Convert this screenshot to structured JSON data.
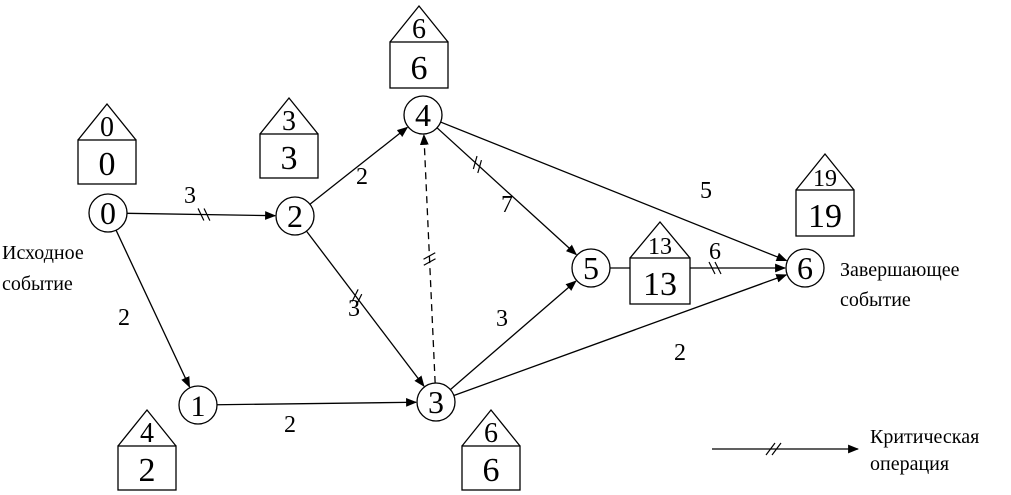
{
  "colors": {
    "stroke": "#000000",
    "background": "#ffffff"
  },
  "nodes": [
    {
      "id": "n0",
      "label": "0",
      "early": "0",
      "late": "0"
    },
    {
      "id": "n1",
      "label": "1",
      "early": "4",
      "late": "2"
    },
    {
      "id": "n2",
      "label": "2",
      "early": "3",
      "late": "3"
    },
    {
      "id": "n3",
      "label": "3",
      "early": "6",
      "late": "6"
    },
    {
      "id": "n4",
      "label": "4",
      "early": "6",
      "late": "6"
    },
    {
      "id": "n5",
      "label": "5",
      "early": "13",
      "late": "13"
    },
    {
      "id": "n6",
      "label": "6",
      "early": "19",
      "late": "19"
    }
  ],
  "edges": [
    {
      "id": "e0-2",
      "weight": "3",
      "critical": true,
      "dashed": false
    },
    {
      "id": "e0-1",
      "weight": "2",
      "critical": false,
      "dashed": false
    },
    {
      "id": "e1-3",
      "weight": "2",
      "critical": false,
      "dashed": false
    },
    {
      "id": "e2-4",
      "weight": "2",
      "critical": false,
      "dashed": false
    },
    {
      "id": "e2-3",
      "weight": "3",
      "critical": true,
      "dashed": false
    },
    {
      "id": "e3-4",
      "weight": "",
      "critical": true,
      "dashed": true
    },
    {
      "id": "e4-5",
      "weight": "7",
      "critical": true,
      "dashed": false
    },
    {
      "id": "e4-6",
      "weight": "5",
      "critical": false,
      "dashed": false
    },
    {
      "id": "e3-5",
      "weight": "3",
      "critical": false,
      "dashed": false
    },
    {
      "id": "e3-6",
      "weight": "2",
      "critical": false,
      "dashed": false
    },
    {
      "id": "e5-6",
      "weight": "6",
      "critical": true,
      "dashed": false
    }
  ],
  "labels": {
    "start_line1": "Исходное",
    "start_line2": "событие",
    "end_line1": "Завершающее",
    "end_line2": "событие",
    "legend_line1": "Критическая",
    "legend_line2": "операция"
  }
}
